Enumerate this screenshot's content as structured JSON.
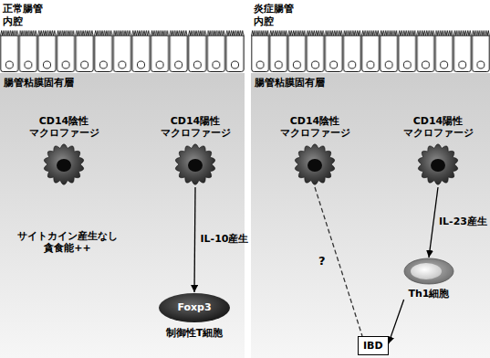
{
  "diagram": {
    "nodes": [
      {
        "text": [
          "腸管粘膜固有層"
        ]
      },
      {
        "text": [
          "CD14陰性 マクロファージ"
        ],
        "in": 0
      },
      {
        "text": [
          "CD14陽性 マクロファージ"
        ],
        "in": 0
      },
      {
        "text": [
          "Foxp3",
          "制御性T細胞"
        ],
        "in": 0
      },
      {
        "text": [
          "腸管粘膜固有層"
        ]
      },
      {
        "text": [
          "CD14陰性 マクロファージ"
        ],
        "in": 4
      },
      {
        "text": [
          "CD14陽性 マクロファージ"
        ],
        "in": 4
      },
      {
        "text": [
          "Th1細胞"
        ],
        "in": 4
      },
      {
        "text": [
          "IBD"
        ],
        "in": 4
      }
    ],
    "edges": [
      {
        "from": 2,
        "to": 3,
        "arrow": "to",
        "label": "IL-10産生"
      },
      {
        "from": 6,
        "to": 7,
        "arrow": "to",
        "label": "IL-23産生"
      },
      {
        "from": 5,
        "to": 8,
        "arrow": "none",
        "label": "?"
      },
      {
        "from": 7,
        "to": 8,
        "arrow": "to"
      }
    ],
    "labels": [
      "正常腸管",
      "内腔",
      "サイトカイン産生なし 貪食能++",
      "炎症腸管",
      "内腔"
    ]
  }
}
